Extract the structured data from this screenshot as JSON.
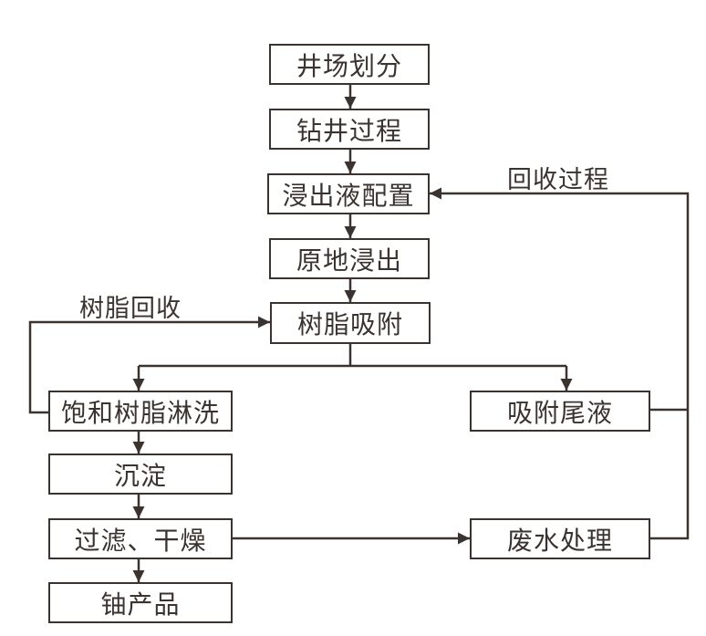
{
  "diagram": {
    "background_color": "#ffffff",
    "line_color": "#3a332f",
    "nodes": [
      {
        "id": "well-site-division",
        "label": "井场划分"
      },
      {
        "id": "drilling-process",
        "label": "钻井过程"
      },
      {
        "id": "leaching-solution-preparation",
        "label": "浸出液配置"
      },
      {
        "id": "in-situ-leaching",
        "label": "原地浸出"
      },
      {
        "id": "resin-adsorption",
        "label": "树脂吸附"
      },
      {
        "id": "saturated-resin-elution",
        "label": "饱和树脂淋洗"
      },
      {
        "id": "precipitation",
        "label": "沉淀"
      },
      {
        "id": "filtration-drying",
        "label": "过滤、干燥"
      },
      {
        "id": "uranium-product",
        "label": "铀产品"
      },
      {
        "id": "adsorption-tail-liquid",
        "label": "吸附尾液"
      },
      {
        "id": "wastewater-treatment",
        "label": "废水处理"
      }
    ],
    "edge_labels": [
      {
        "id": "resin-recovery",
        "label": "树脂回收"
      },
      {
        "id": "recovery-process",
        "label": "回收过程"
      }
    ],
    "edges": [
      {
        "from": "井场划分",
        "to": "钻井过程"
      },
      {
        "from": "钻井过程",
        "to": "浸出液配置"
      },
      {
        "from": "浸出液配置",
        "to": "原地浸出"
      },
      {
        "from": "原地浸出",
        "to": "树脂吸附"
      },
      {
        "from": "树脂吸附",
        "to": "饱和树脂淋洗"
      },
      {
        "from": "树脂吸附",
        "to": "吸附尾液"
      },
      {
        "from": "饱和树脂淋洗",
        "to": "沉淀"
      },
      {
        "from": "沉淀",
        "to": "过滤、干燥"
      },
      {
        "from": "过滤、干燥",
        "to": "铀产品"
      },
      {
        "from": "过滤、干燥",
        "to": "废水处理"
      },
      {
        "from": "饱和树脂淋洗",
        "to": "树脂吸附",
        "label": "树脂回收"
      },
      {
        "from": "吸附尾液",
        "to": "浸出液配置",
        "label": "回收过程"
      },
      {
        "from": "废水处理",
        "to": "浸出液配置",
        "label": "回收过程"
      }
    ]
  }
}
